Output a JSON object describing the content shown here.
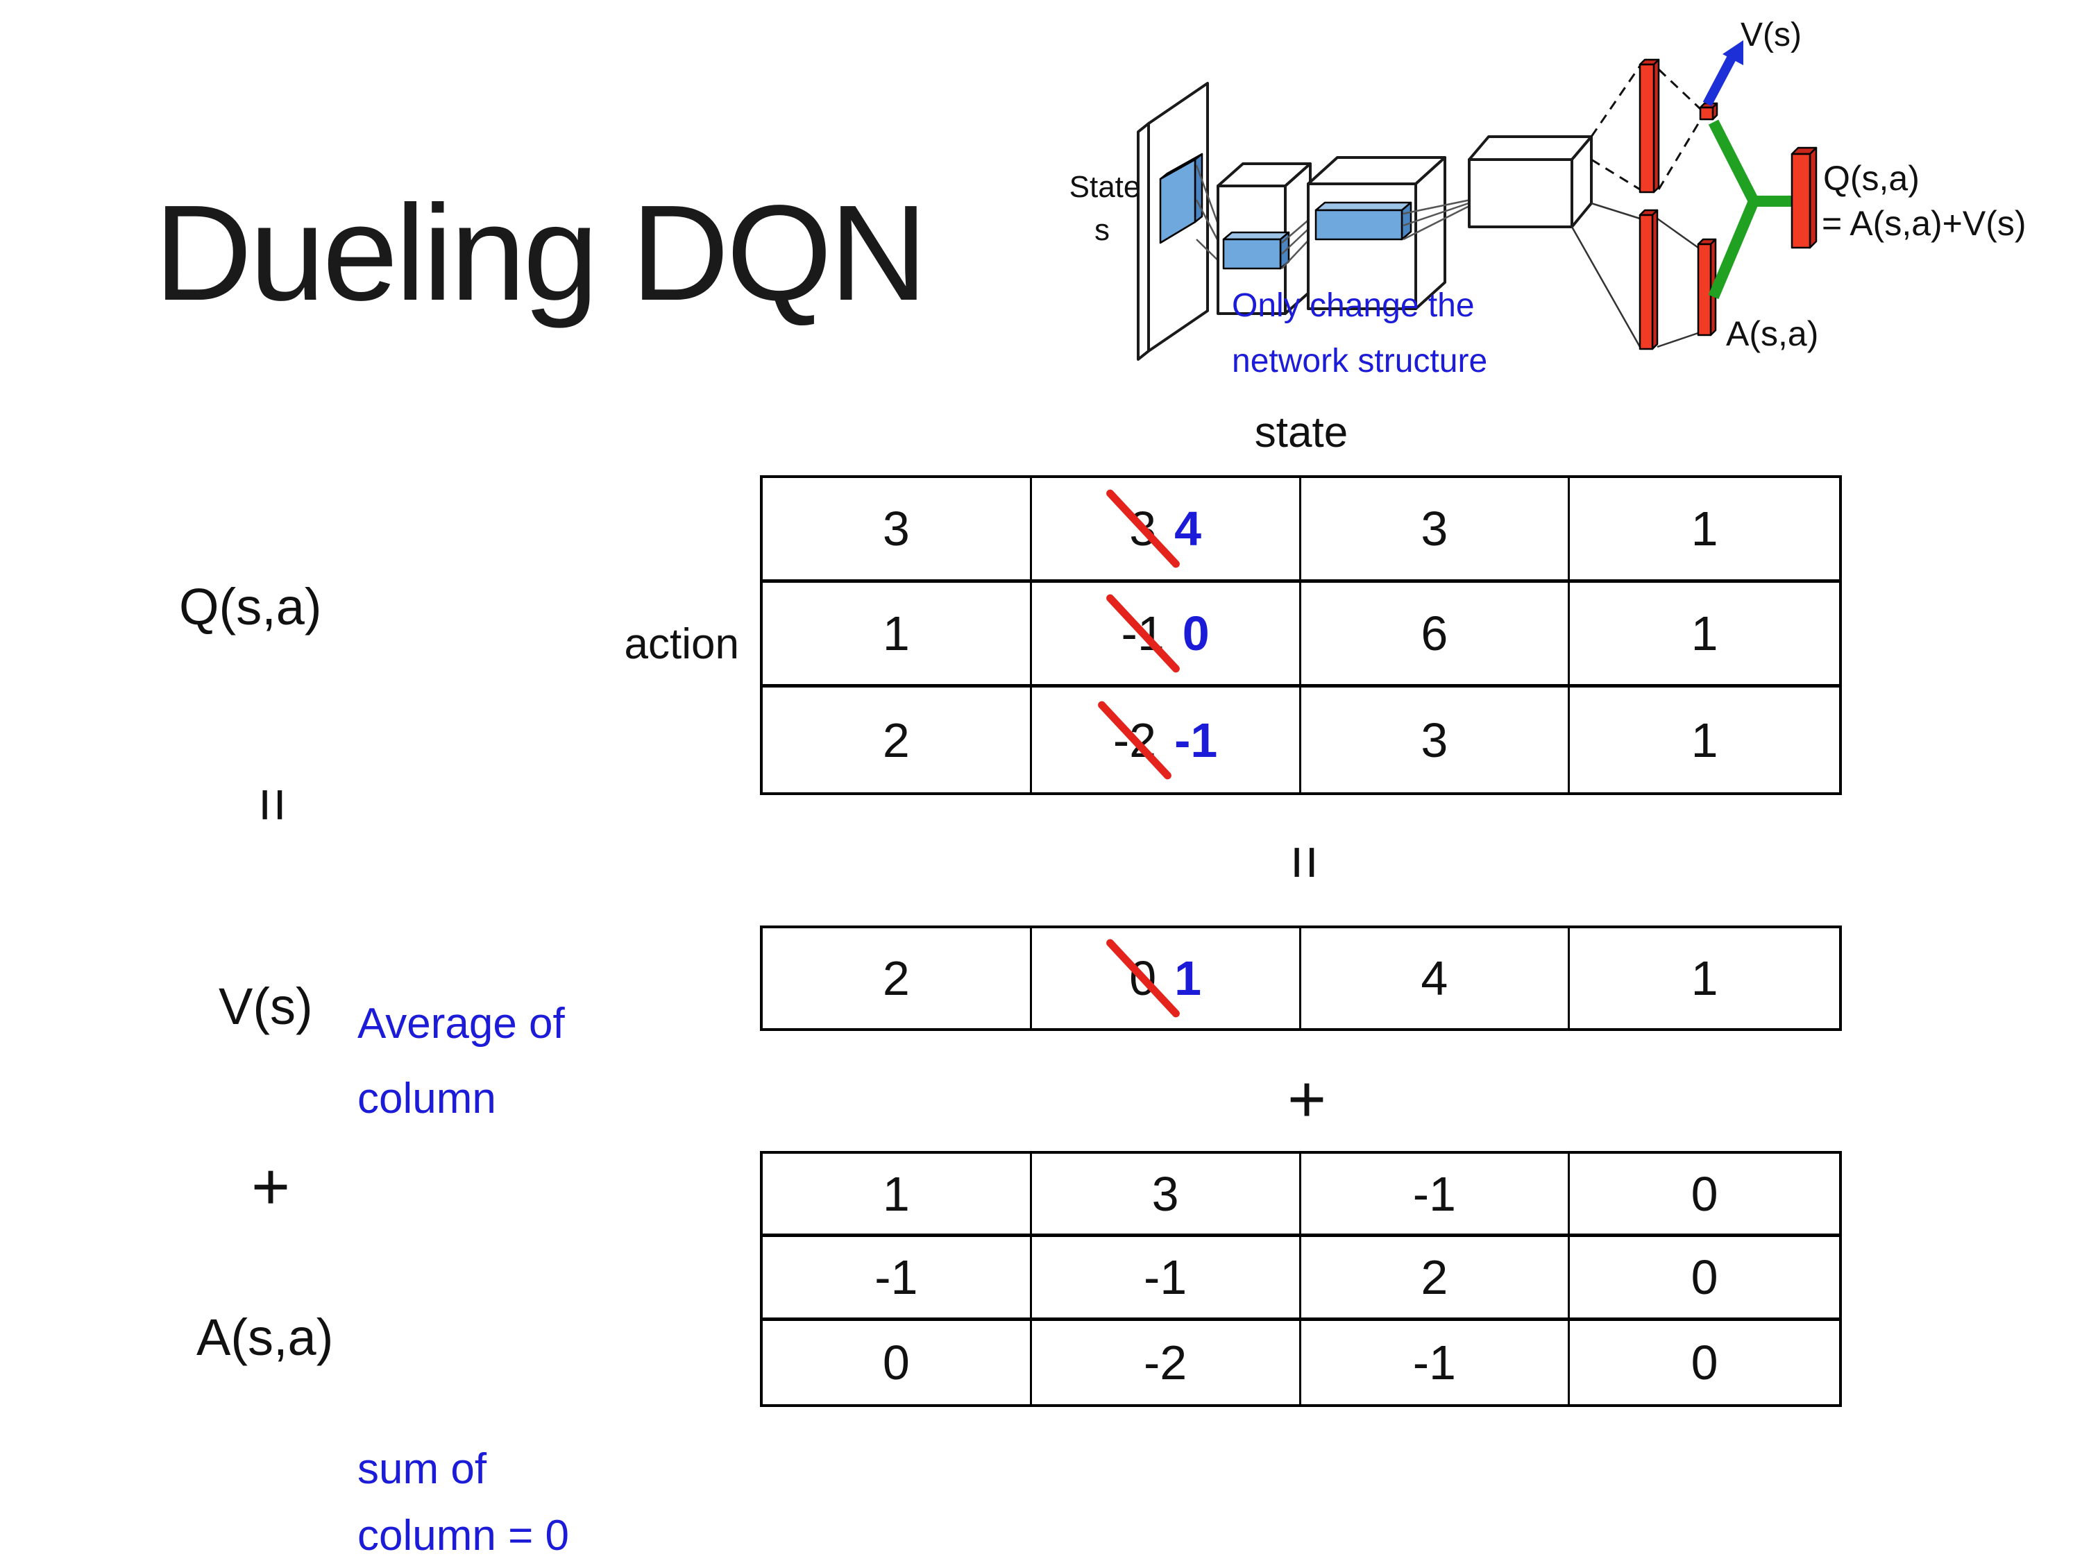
{
  "title": "Dueling DQN",
  "colors": {
    "blue": "#1b1bd8",
    "strike_red": "#e3231c",
    "bar_red": "#f23b25",
    "green": "#21a121",
    "light_blue": "#6fa8dc"
  },
  "network": {
    "state_label_1": "State",
    "state_label_2": "s",
    "note_line1": "Only change the",
    "note_line2": "network structure",
    "v_out": "V(s)",
    "q_out_line1": "Q(s,a)",
    "q_out_line2": "= A(s,a)+V(s)",
    "a_out": "A(s,a)"
  },
  "equation": {
    "q": "Q(s,a)",
    "equals": "=",
    "v": "V(s)",
    "plus": "+",
    "a": "A(s,a)",
    "avg_line1": "Average of",
    "avg_line2": "column",
    "sum_line1": "sum of",
    "sum_line2": "column = 0"
  },
  "axes": {
    "state": "state",
    "action": "action",
    "equals": "=",
    "plus": "+"
  },
  "tables": {
    "q": {
      "rows": [
        [
          {
            "v": "3"
          },
          {
            "v": "3",
            "new": "4"
          },
          {
            "v": "3"
          },
          {
            "v": "1"
          }
        ],
        [
          {
            "v": "1"
          },
          {
            "v": "-1",
            "new": "0"
          },
          {
            "v": "6"
          },
          {
            "v": "1"
          }
        ],
        [
          {
            "v": "2"
          },
          {
            "v": "-2",
            "new": "-1"
          },
          {
            "v": "3"
          },
          {
            "v": "1"
          }
        ]
      ]
    },
    "v": {
      "rows": [
        [
          {
            "v": "2"
          },
          {
            "v": "0",
            "new": "1"
          },
          {
            "v": "4"
          },
          {
            "v": "1"
          }
        ]
      ]
    },
    "a": {
      "rows": [
        [
          {
            "v": "1"
          },
          {
            "v": "3"
          },
          {
            "v": "-1"
          },
          {
            "v": "0"
          }
        ],
        [
          {
            "v": "-1"
          },
          {
            "v": "-1"
          },
          {
            "v": "2"
          },
          {
            "v": "0"
          }
        ],
        [
          {
            "v": "0"
          },
          {
            "v": "-2"
          },
          {
            "v": "-1"
          },
          {
            "v": "0"
          }
        ]
      ]
    }
  }
}
